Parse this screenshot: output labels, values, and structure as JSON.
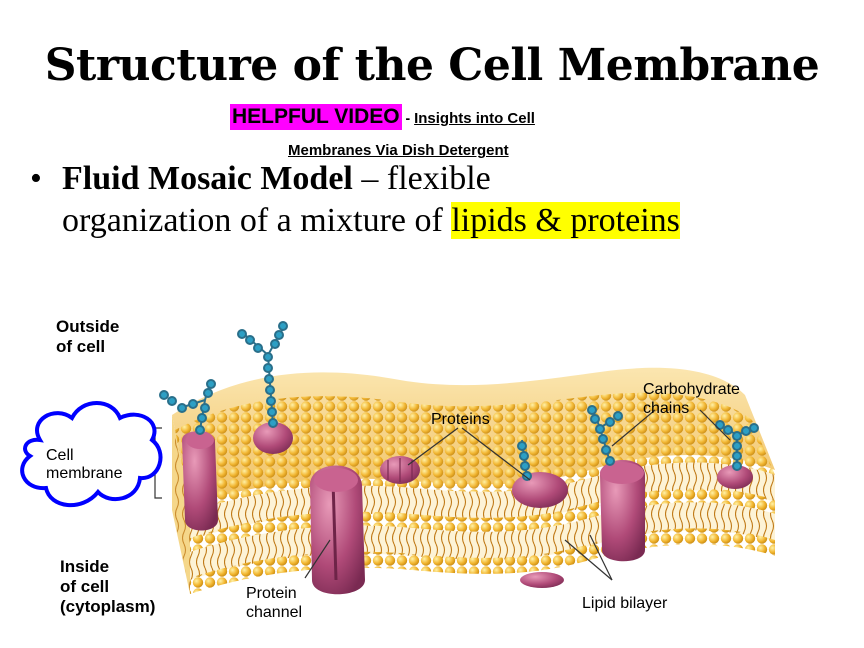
{
  "title": "Structure of the Cell Membrane",
  "video": {
    "tag": "HELPFUL VIDEO",
    "separator": " - ",
    "link_line1": "Insights into Cell",
    "link_line2": "Membranes Via Dish Detergent"
  },
  "bullet": {
    "symbol": "•",
    "term": "Fluid Mosaic Model",
    "dash": " – flexible",
    "line2_prefix": "organization of a mixture of ",
    "highlight": "lipids & proteins"
  },
  "diagram": {
    "outside_line1": "Outside",
    "outside_line2": "of cell",
    "cell_line1": "Cell",
    "cell_line2": "membrane",
    "proteins": "Proteins",
    "carb_line1": "Carbohydrate",
    "carb_line2": "chains",
    "inside_line1": "Inside",
    "inside_line2": "of cell",
    "inside_line3": "(cytoplasm)",
    "channel_line1": "Protein",
    "channel_line2": "channel",
    "bilayer": "Lipid bilayer"
  },
  "colors": {
    "highlight": "#ffff00",
    "video_tag": "#ff00ff",
    "lipid_head": "#f2b630",
    "protein": "#b04a78",
    "carbohydrate": "#2d9fc4",
    "cloud": "#0000ff"
  }
}
